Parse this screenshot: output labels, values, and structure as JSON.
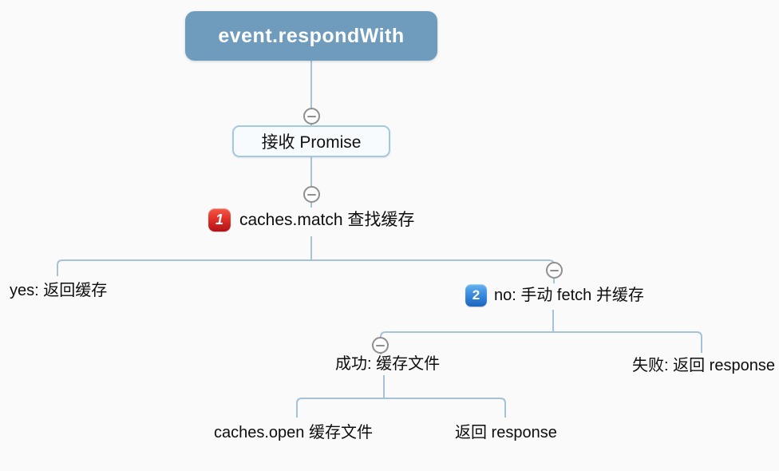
{
  "mindmap": {
    "root": {
      "label": "event.respondWith"
    },
    "receive_promise": {
      "label": "接收 Promise"
    },
    "caches_match": {
      "label": "caches.match 查找缓存",
      "marker": "1"
    },
    "branch_yes": {
      "label": "yes: 返回缓存"
    },
    "branch_no": {
      "label": "no: 手动 fetch 并缓存",
      "marker": "2"
    },
    "success": {
      "label": "成功: 缓存文件"
    },
    "fail": {
      "label": "失败: 返回 response"
    },
    "caches_open": {
      "label": "caches.open 缓存文件"
    },
    "return_response": {
      "label": "返回 response"
    }
  },
  "colors": {
    "background": "#fafafa",
    "root_fill": "#6f9cbc",
    "root_text": "#ffffff",
    "sub_node_fill": "#f7fbfd",
    "sub_node_border": "#a5c8dc",
    "connector": "#a6c2d6",
    "collapse_button": "#8f8f8f",
    "marker_red": "#d32a23",
    "marker_blue": "#2e7fd4",
    "text": "#0d0d0d"
  }
}
